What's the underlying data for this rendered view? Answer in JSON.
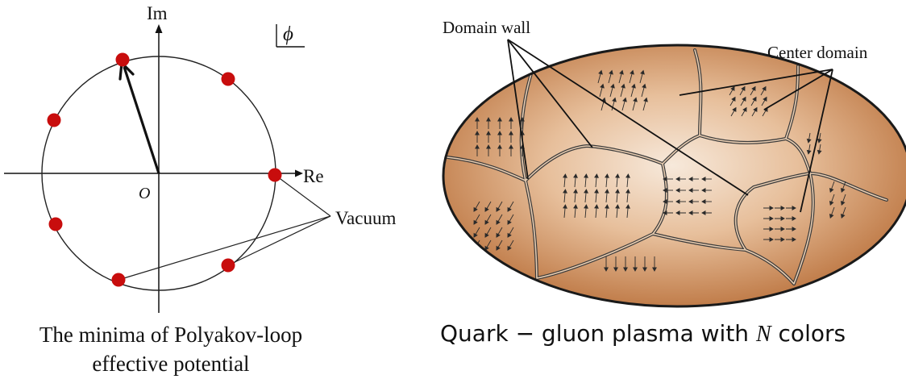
{
  "left_panel": {
    "im_label": "Im",
    "re_label": "Re",
    "origin_label": "O",
    "phi_label": "ϕ",
    "vacuum_label": "Vacuum",
    "caption_line1": "The minima of Polyakov-loop",
    "caption_line2": "effective potential",
    "vacuum_count": 7,
    "dot_color": "#c80d0d"
  },
  "right_panel": {
    "domain_wall_label": "Domain wall",
    "center_domain_label": "Center domain",
    "caption_prefix": "Quark − gluon plasma with ",
    "caption_var": "N",
    "caption_suffix": " colors",
    "colors": {
      "plasma_center": "#f7e9db",
      "plasma_edge": "#bb7440",
      "outline": "#1a1a1a"
    }
  }
}
